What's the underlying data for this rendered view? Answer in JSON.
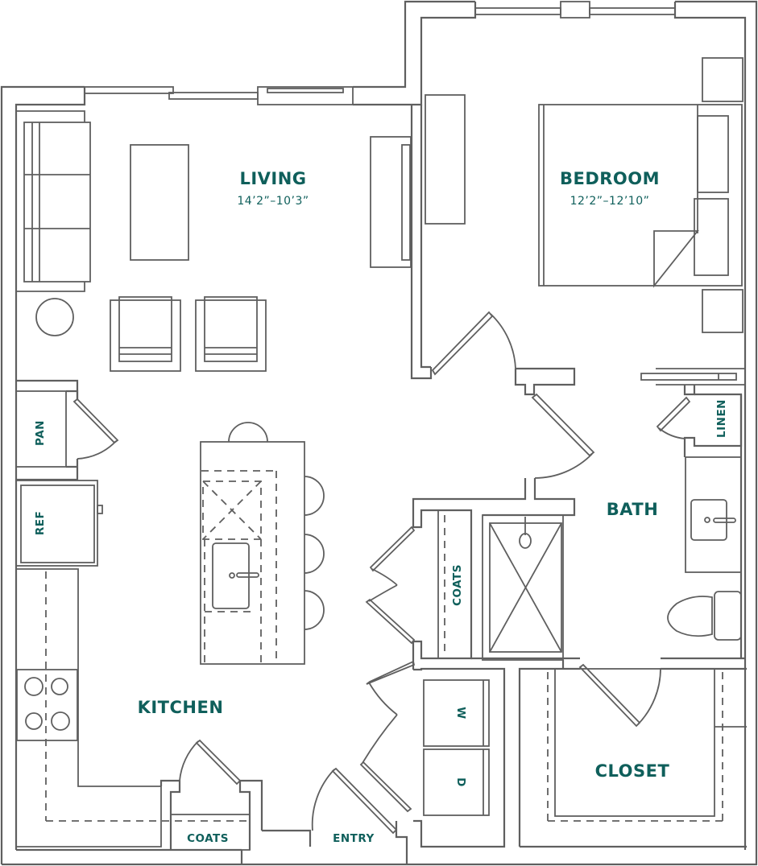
{
  "floorplan": {
    "colors": {
      "line": "#5f5f5f",
      "label": "#0f5f5b",
      "background": "#ffffff"
    },
    "rooms": {
      "living": {
        "name": "LIVING",
        "dimensions": "14’2”–10’3”"
      },
      "bedroom": {
        "name": "BEDROOM",
        "dimensions": "12’2”–12’10”"
      },
      "kitchen": {
        "name": "KITCHEN"
      },
      "bath": {
        "name": "BATH"
      },
      "closet": {
        "name": "CLOSET"
      },
      "entry": {
        "name": "ENTRY"
      }
    },
    "fixtures": {
      "pantry": "PAN",
      "refrigerator": "REF",
      "linen": "LINEN",
      "coats_hall": "COATS",
      "coats_entry": "COATS",
      "washer": "W",
      "dryer": "D"
    }
  }
}
